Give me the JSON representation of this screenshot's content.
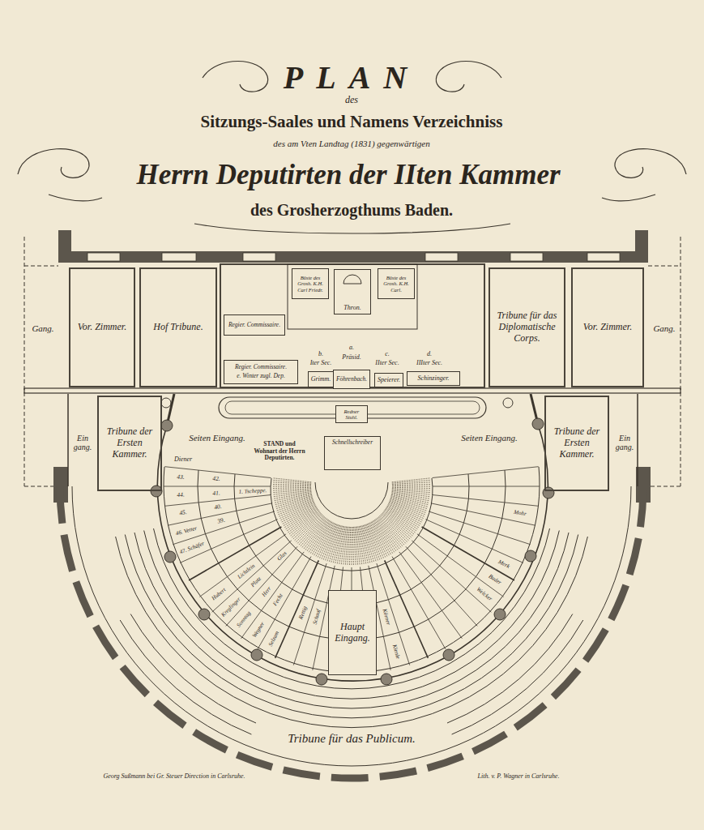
{
  "diagram": {
    "title": "PLAN",
    "nodes": [
      {
        "text": [
          "Gang."
        ]
      },
      {
        "text": [
          "Vor. Zimmer."
        ]
      },
      {
        "text": [
          "Hof Tribune."
        ]
      },
      {
        "text": [
          "Büste des Grosh. K.H. Carl Friedr."
        ]
      },
      {
        "text": [
          "Thron."
        ]
      },
      {
        "text": [
          "Büste des Grosh. K.H. Carl."
        ]
      },
      {
        "text": [
          "Regier. Commissaire."
        ]
      },
      {
        "text": [
          "Regier. Commissaire.",
          "e. Winter zugl. Dep."
        ]
      },
      {
        "text": [
          "Grimm."
        ]
      },
      {
        "text": [
          "Föhrenbach."
        ]
      },
      {
        "text": [
          "Speierer."
        ]
      },
      {
        "text": [
          "Schinzinger."
        ]
      },
      {
        "text": [
          "Tribune für das Diplomatische Corps."
        ]
      },
      {
        "text": [
          "Vor. Zimmer."
        ]
      },
      {
        "text": [
          "Gang."
        ]
      },
      {
        "text": [
          "Ein gang."
        ]
      },
      {
        "text": [
          "Tribune der Ersten Kammer."
        ]
      },
      {
        "text": [
          "Tribune der Ersten Kammer."
        ]
      },
      {
        "text": [
          "Ein gang."
        ]
      },
      {
        "text": [
          "Redner Stuhl."
        ]
      },
      {
        "text": [
          "Schnellschreiber"
        ]
      },
      {
        "text": [
          "Haupt Eingang."
        ]
      }
    ],
    "labels": [
      "des",
      "Sitzungs-Saales und Namens Verzeichniss",
      "des am Vten Landtag (1831) gegenwärtigen",
      "Herrn Deputirten der IIten Kammer",
      "des Grosherzogthums Baden.",
      "a.",
      "Präsid.",
      "b.",
      "Iter Sec.",
      "c.",
      "IIter Sec.",
      "d.",
      "IIIter Sec.",
      "Seiten Eingang.",
      "Seiten Eingang.",
      "STAND und Wohnart der Herrn Deputirten.",
      "Diener",
      "43.",
      "44.",
      "45.",
      "46. Vetter",
      "47. Schäfer",
      "42.",
      "41.",
      "40.",
      "39.",
      "1. Tscheppe.",
      "Hubert",
      "Kreglinger",
      "Sonntag",
      "Wegner",
      "Selzam",
      "Lichtlein",
      "Platz",
      "Herr",
      "Fecht",
      "Glas",
      "Rettig",
      "Schaaf",
      "Körner",
      "Kienle",
      "Welcker",
      "Bader",
      "Merk",
      "Mohr",
      "Tribune für das Publicum.",
      "Georg Sußmann bei Gr. Steuer Direction in Carlsruhe.",
      "Lith. v. P. Wagner in Carlsruhe."
    ]
  }
}
